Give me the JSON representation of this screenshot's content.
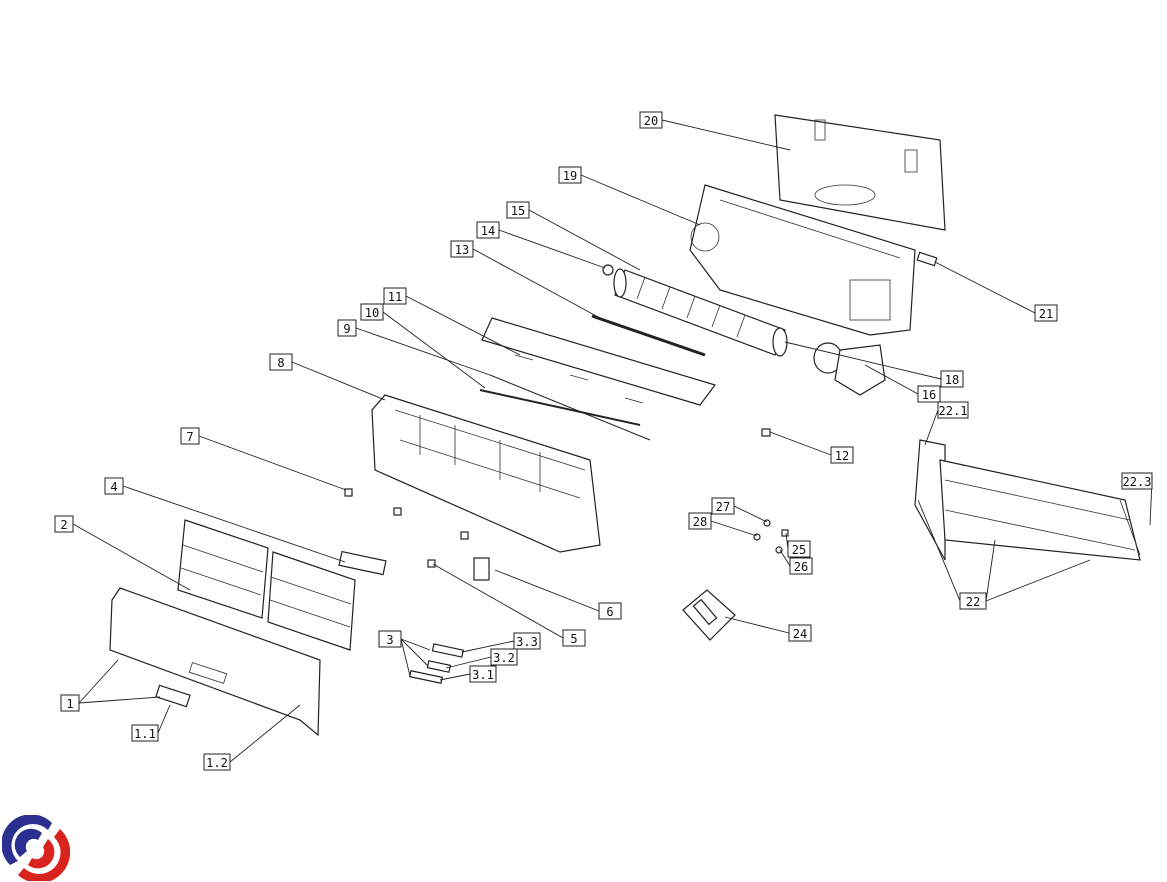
{
  "diagram": {
    "title": "Split air conditioner indoor unit exploded view",
    "callouts": [
      "20",
      "19",
      "15",
      "14",
      "13",
      "11",
      "10",
      "9",
      "8",
      "7",
      "4",
      "2",
      "1",
      "1.1",
      "1.2",
      "3",
      "3.3",
      "3.2",
      "3.1",
      "5",
      "6",
      "24",
      "27",
      "28",
      "25",
      "26",
      "22",
      "22.1",
      "22.3",
      "21",
      "18",
      "16",
      "12"
    ]
  },
  "colors": {
    "logo_blue": "#2b2f8f",
    "logo_red": "#d9231f"
  }
}
